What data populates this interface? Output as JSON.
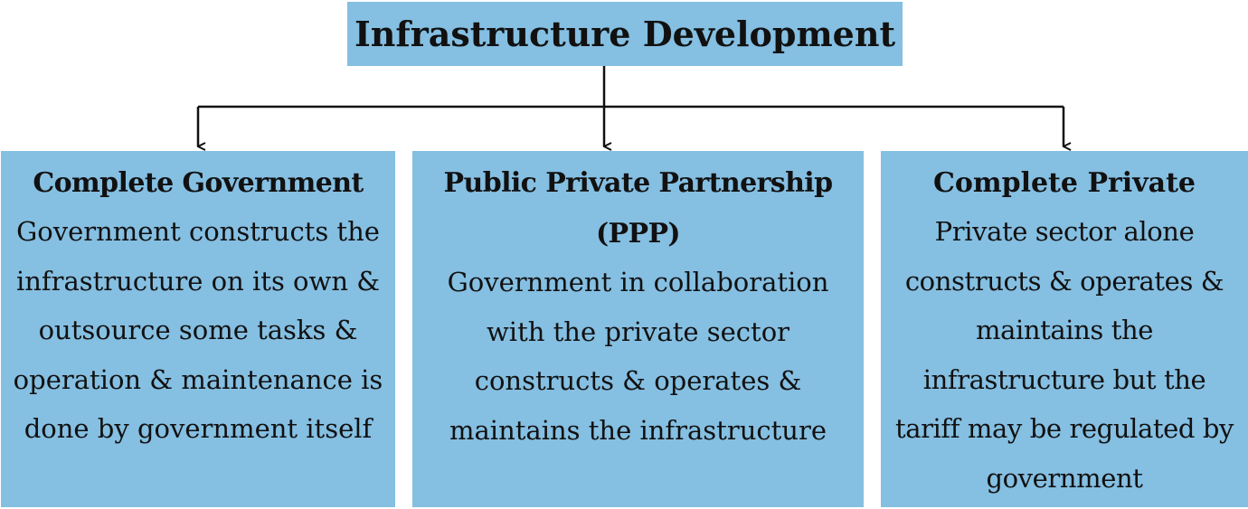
{
  "root": {
    "title": "Infrastructure Development"
  },
  "children": [
    {
      "title": "Complete Government",
      "description": "Government constructs the infrastructure on its own & outsource some tasks & operation & maintenance is done by government itself"
    },
    {
      "title": "Public Private Partnership (PPP)",
      "description": "Government in collaboration with the private sector constructs & operates & maintains the infrastructure"
    },
    {
      "title": "Complete Private",
      "description": "Private sector alone constructs & operates & maintains the infrastructure but the tariff may be regulated by government"
    }
  ],
  "colors": {
    "box_fill": "#85bfe2",
    "connector": "#111111",
    "text": "#111111",
    "background": "#ffffff"
  }
}
